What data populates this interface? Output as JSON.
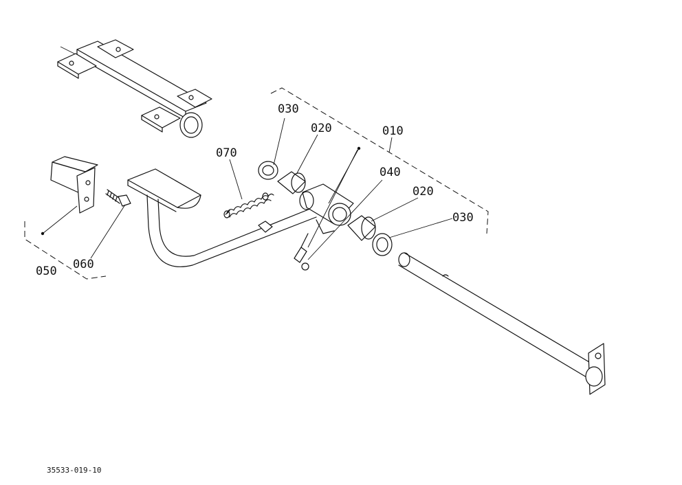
{
  "labels": {
    "p010": "010",
    "p020a": "020",
    "p020b": "020",
    "p030a": "030",
    "p030b": "030",
    "p040": "040",
    "p050": "050",
    "p060": "060",
    "p070": "070"
  },
  "reference": "35533-019-10"
}
